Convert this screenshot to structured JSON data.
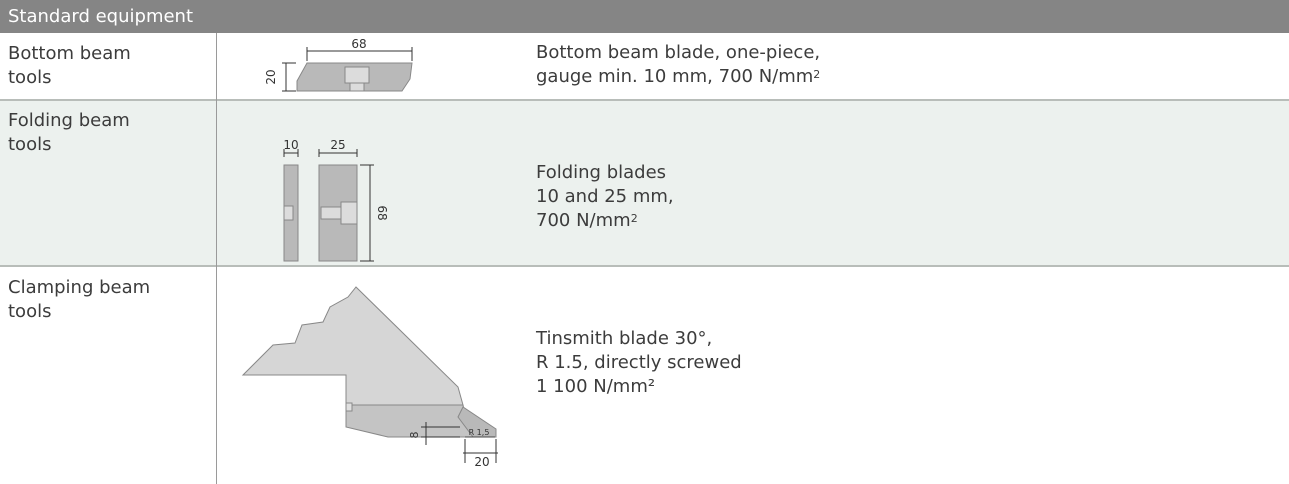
{
  "table": {
    "title": "Standard equipment",
    "rows": [
      {
        "label_lines": [
          "Bottom beam",
          "tools"
        ],
        "desc_lines": [
          "Bottom beam blade, one-piece,",
          "gauge min. 10 mm, 700 N/mm",
          "2"
        ],
        "dims": [
          "68",
          "20"
        ]
      },
      {
        "label_lines": [
          "Folding beam",
          "tools"
        ],
        "desc_lines": [
          "Folding blades",
          "10 and 25 mm,",
          "700 N/mm",
          "2"
        ],
        "dims": [
          "10",
          "25",
          "68"
        ]
      },
      {
        "label_lines": [
          "Clamping beam",
          "tools"
        ],
        "desc_lines": [
          "Tinsmith blade 30°,",
          "R 1.5, directly screwed",
          "1 100 N/mm²"
        ],
        "dims": [
          "8",
          "R 1,5",
          "20"
        ]
      }
    ]
  },
  "colors": {
    "header_bg": "#858585",
    "alt_row_bg": "#ecf1ee",
    "tool_gray": "#b9b9b9"
  }
}
